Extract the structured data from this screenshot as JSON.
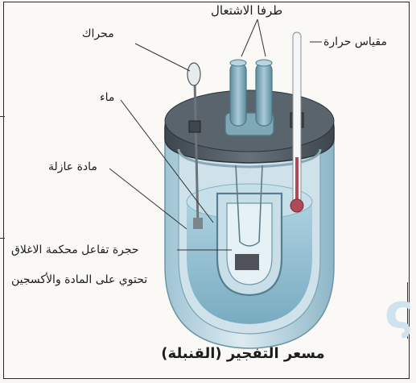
{
  "labels": {
    "ignition_terminals": "طرفا الاشتعال",
    "stirrer": "محراك",
    "thermometer": "مقياس حرارة",
    "water": "ماء",
    "insulating_material": "مادة عازلة",
    "reaction_chamber_line1": "حجرة تفاعل محكمة الاغلاق",
    "reaction_chamber_line2": "تحتوي على المادة والأكسجين"
  },
  "caption": "مسعر التفجير (القنبلة)",
  "colors": {
    "lid": "#4f5a62",
    "vessel": "#b9d6e2",
    "water": "#8fbfd3",
    "terminal": "#7ea7b6",
    "thermometer_liquid": "#b04a5a"
  }
}
